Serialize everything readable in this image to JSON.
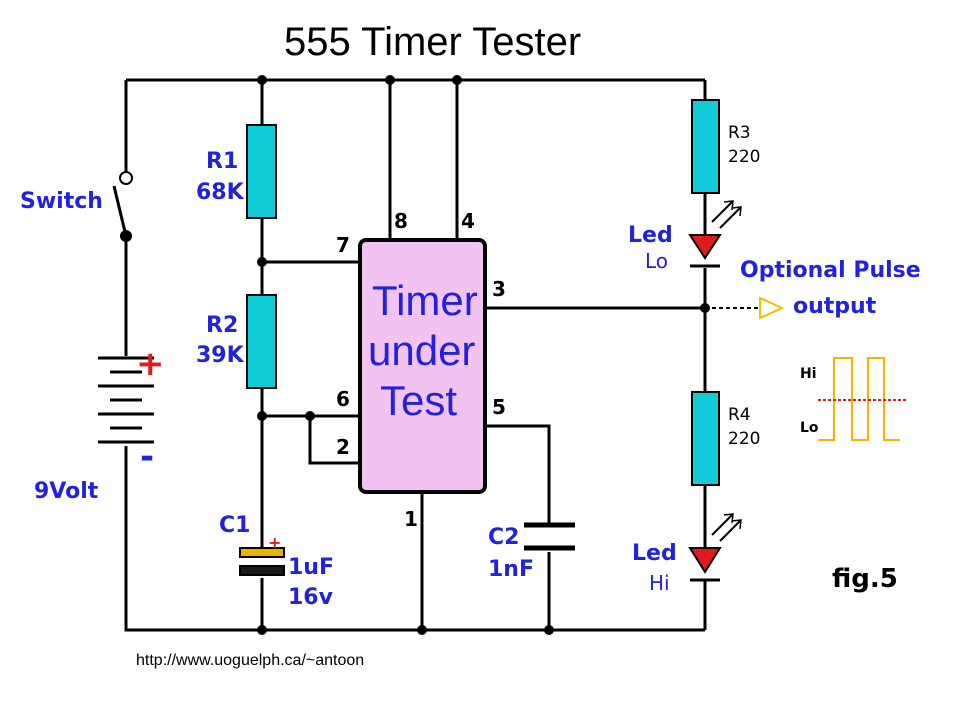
{
  "title": "555 Timer Tester",
  "ic_label": {
    "line1": "Timer",
    "line2": "under",
    "line3": "Test"
  },
  "pins": {
    "p1": "1",
    "p2": "2",
    "p3": "3",
    "p4": "4",
    "p5": "5",
    "p6": "6",
    "p7": "7",
    "p8": "8"
  },
  "components": {
    "r1": {
      "name": "R1",
      "value": "68K"
    },
    "r2": {
      "name": "R2",
      "value": "39K"
    },
    "r3": {
      "name": "R3",
      "value": "220"
    },
    "r4": {
      "name": "R4",
      "value": "220"
    },
    "c1": {
      "name": "C1",
      "value": "1uF",
      "rating": "16v"
    },
    "c2": {
      "name": "C2",
      "value": "1nF"
    },
    "led_lo": {
      "name": "Led",
      "state": "Lo"
    },
    "led_hi": {
      "name": "Led",
      "state": "Hi"
    },
    "switch": "Switch",
    "battery": {
      "voltage": "9Volt",
      "plus": "+",
      "minus": "-"
    },
    "c1_polarity": "+"
  },
  "output": {
    "line1": "Optional Pulse",
    "line2": "output"
  },
  "waveform": {
    "hi": "Hi",
    "lo": "Lo"
  },
  "figure": "fig.5",
  "url": "http://www.uoguelph.ca/~antoon",
  "colors": {
    "resistor": "#11cbd7",
    "ic": "#f2c2f0",
    "led": "#e11b1b",
    "labels": "#2222dd",
    "waveform": "#f2b400",
    "midline": "#e11b1b",
    "capacitor_band": "#e8b400"
  }
}
